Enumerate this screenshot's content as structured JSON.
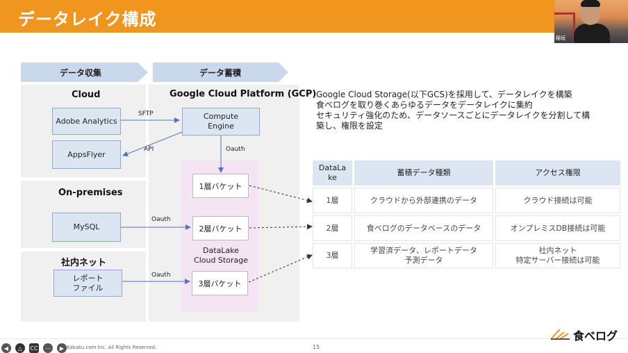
{
  "slide": {
    "title": "データレイク構成",
    "page_number": "15",
    "copyright": "Kakaku.com Inc. All Rights Reserved.",
    "logo_text": "食べログ"
  },
  "video": {
    "participant_name": "稲垣"
  },
  "stages": {
    "collect": "データ収集",
    "store": "データ蓄積"
  },
  "panels": {
    "cloud": {
      "title": "Cloud",
      "items": [
        "Adobe Analytics",
        "AppsFlyer"
      ]
    },
    "onprem": {
      "title": "On-premises",
      "items": [
        "MySQL"
      ]
    },
    "intranet": {
      "title": "社内ネット",
      "items": [
        "レポート\nファイル"
      ]
    },
    "gcp": {
      "title": "Google Cloud Platform (GCP)",
      "compute": "Compute\nEngine",
      "buckets": [
        "1層バケット",
        "2層バケット",
        "3層バケット"
      ],
      "lake_label": "DataLake\nCloud Storage"
    }
  },
  "edge_labels": {
    "sftp": "SFTP",
    "api": "API",
    "oauth_down": "Oauth",
    "oauth_mysql": "Oauth",
    "oauth_report": "Oauth"
  },
  "description": [
    "Google Cloud Storage(以下GCS)を採用して、データレイクを構築",
    "食べログを取り巻くあらゆるデータをデータレイクに集約",
    "セキュリティ強化のため、データソースごとにデータレイクを分割して構",
    "築し、権限を設定"
  ],
  "table": {
    "headers": [
      "DataLa\nke",
      "蓄積データ種類",
      "アクセス権限"
    ],
    "rows": [
      [
        "1層",
        "クラウドから外部連携のデータ",
        "クラウド接続は可能"
      ],
      [
        "2層",
        "食べログのデータベースのデータ",
        "オンプレミスDB接続は可能"
      ],
      [
        "3層",
        "学習済データ、レポートデータ\n予測データ",
        "社内ネット\n特定サーバー接続は可能"
      ]
    ]
  },
  "colors": {
    "title_bar": "#f0951e",
    "chevron": "#c9d8ea",
    "node": "#dce6f2",
    "datalake": "#f5e4f1"
  },
  "icons": [
    "previous-icon",
    "pointer-icon",
    "captions-icon",
    "more-icon",
    "next-icon"
  ]
}
